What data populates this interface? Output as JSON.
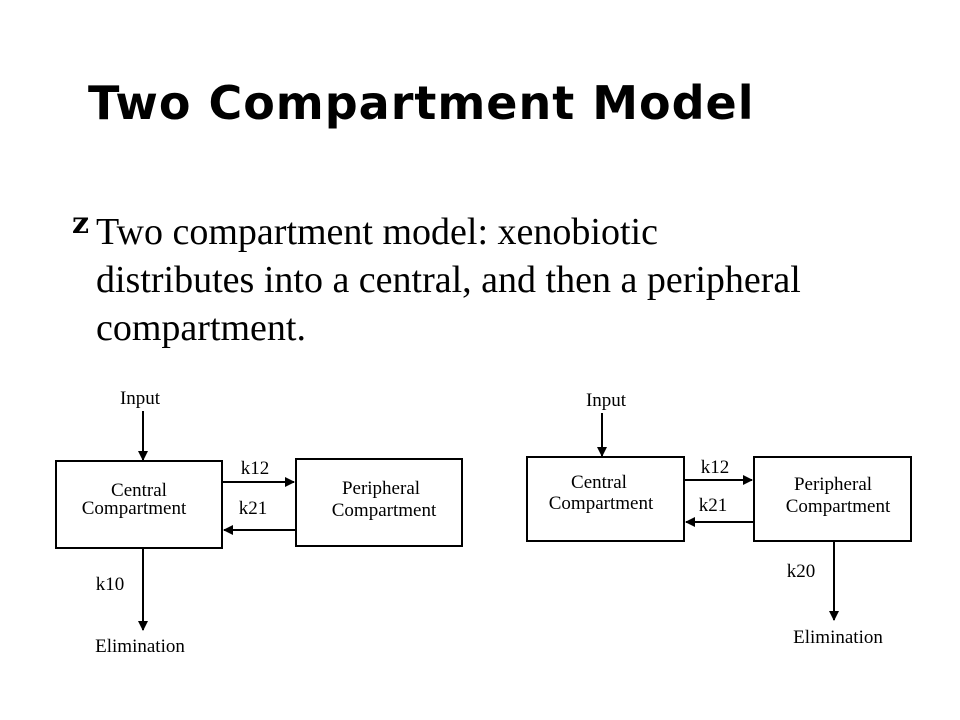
{
  "title": "Two Compartment Model",
  "bullet": {
    "marker": "z",
    "lines": [
      "Two compartment model: xenobiotic",
      "distributes into a central, and then a peripheral",
      "compartment."
    ]
  },
  "diagram_left": {
    "input": "Input",
    "central_line1": "Central",
    "central_line2": "Compartment",
    "peripheral_line1": "Peripheral",
    "peripheral_line2": "Compartment",
    "k12": "k12",
    "k21": "k21",
    "k_elim": "k10",
    "elimination": "Elimination"
  },
  "diagram_right": {
    "input": "Input",
    "central_line1": "Central",
    "central_line2": "Compartment",
    "peripheral_line1": "Peripheral",
    "peripheral_line2": "Compartment",
    "k12": "k12",
    "k21": "k21",
    "k_elim": "k20",
    "elimination": "Elimination"
  }
}
